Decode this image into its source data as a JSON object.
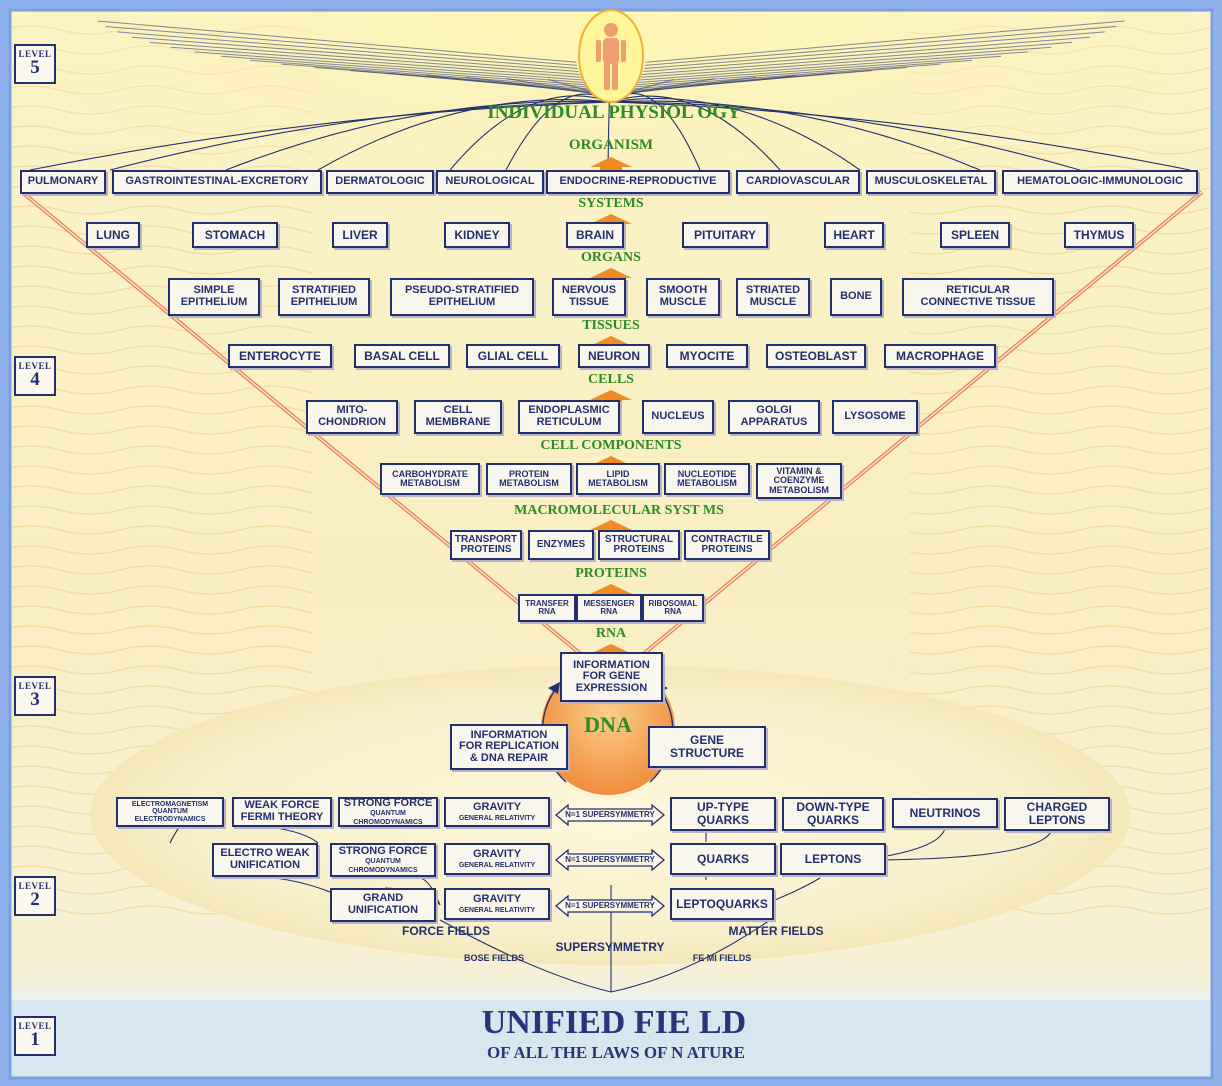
{
  "levels": [
    "5",
    "4",
    "3",
    "2",
    "1"
  ],
  "level_word": "LEVEL",
  "heading": "INDIVIDUAL PHYSIOL OGY",
  "labels": {
    "organism": "ORGANISM",
    "systems": "SYSTEMS",
    "organs": "ORGANS",
    "tissues": "TISSUES",
    "cells": "CELLS",
    "cell_components": "CELL COMPONENTS",
    "macromolecular": "MACROMOLECULAR SYST MS",
    "proteins": "PROTEINS",
    "rna": "RNA",
    "dna": "DNA",
    "force_fields": "FORCE FIELDS",
    "matter_fields": "MATTER FIELDS",
    "supersymmetry": "SUPERSYMMETRY",
    "bose_fields": "BOSE FIELDS",
    "fermi_fields": "FE MI FIELDS"
  },
  "systems": [
    "PULMONARY",
    "GASTROINTESTINAL-EXCRETORY",
    "DERMATOLOGIC",
    "NEUROLOGICAL",
    "ENDOCRINE-REPRODUCTIVE",
    "CARDIOVASCULAR",
    "MUSCULOSKELETAL",
    "HEMATOLOGIC-IMMUNOLOGIC"
  ],
  "organs": [
    "LUNG",
    "STOMACH",
    "LIVER",
    "KIDNEY",
    "BRAIN",
    "PITUITARY",
    "HEART",
    "SPLEEN",
    "THYMUS"
  ],
  "tissues": [
    {
      "l1": "SIMPLE",
      "l2": "EPITHELIUM"
    },
    {
      "l1": "STRATIFIED",
      "l2": "EPITHELIUM"
    },
    {
      "l1": "PSEUDO-STRATIFIED",
      "l2": "EPITHELIUM"
    },
    {
      "l1": "NERVOUS",
      "l2": "TISSUE"
    },
    {
      "l1": "SMOOTH",
      "l2": "MUSCLE"
    },
    {
      "l1": "STRIATED",
      "l2": "MUSCLE"
    },
    {
      "l1": "BONE",
      "l2": ""
    },
    {
      "l1": "RETICULAR",
      "l2": "CONNECTIVE TISSUE"
    }
  ],
  "cells": [
    "ENTEROCYTE",
    "BASAL CELL",
    "GLIAL CELL",
    "NEURON",
    "MYOCITE",
    "OSTEOBLAST",
    "MACROPHAGE"
  ],
  "cell_components": [
    {
      "l1": "MITO-",
      "l2": "CHONDRION"
    },
    {
      "l1": "CELL",
      "l2": "MEMBRANE"
    },
    {
      "l1": "ENDOPLASMIC",
      "l2": "RETICULUM"
    },
    {
      "l1": "NUCLEUS",
      "l2": ""
    },
    {
      "l1": "GOLGI",
      "l2": "APPARATUS"
    },
    {
      "l1": "LYSOSOME",
      "l2": ""
    }
  ],
  "macromolecular": [
    {
      "l1": "CARBOHYDRATE",
      "l2": "METABOLISM"
    },
    {
      "l1": "PROTEIN",
      "l2": "METABOLISM"
    },
    {
      "l1": "LIPID",
      "l2": "METABOLISM"
    },
    {
      "l1": "NUCLEOTIDE",
      "l2": "METABOLISM"
    },
    {
      "l1": "VITAMIN &",
      "l2": "COENZYME",
      "l3": "METABOLISM"
    }
  ],
  "proteins": [
    {
      "l1": "TRANSPORT",
      "l2": "PROTEINS"
    },
    {
      "l1": "ENZYMES",
      "l2": ""
    },
    {
      "l1": "STRUCTURAL",
      "l2": "PROTEINS"
    },
    {
      "l1": "CONTRACTILE",
      "l2": "PROTEINS"
    }
  ],
  "rna": [
    {
      "l1": "TRANSFER",
      "l2": "RNA"
    },
    {
      "l1": "MESSENGER",
      "l2": "RNA"
    },
    {
      "l1": "RIBOSOMAL",
      "l2": "RNA"
    }
  ],
  "dna_boxes": {
    "gene_expression": [
      "INFORMATION",
      "FOR GENE",
      "EXPRESSION"
    ],
    "replication": [
      "INFORMATION",
      "FOR REPLICATION",
      "& DNA REPAIR"
    ],
    "gene_structure": [
      "GENE",
      "STRUCTURE"
    ]
  },
  "physics": {
    "em": [
      "ELECTROMAGNETISM",
      "QUANTUM",
      "ELECTRODYNAMICS"
    ],
    "weak": [
      "WEAK FORCE",
      "FERMI THEORY"
    ],
    "strong_top": {
      "main": "STRONG FORCE",
      "sub": "QUANTUM",
      "sub2": "CHROMODYNAMICS"
    },
    "gravity": {
      "main": "GRAVITY",
      "sub": "GENERAL RELATIVITY"
    },
    "electroweak": [
      "ELECTRO WEAK",
      "UNIFICATION"
    ],
    "strong_mid": {
      "main": "STRONG FORCE",
      "sub": "QUANTUM",
      "sub2": "CHROMODYNAMICS"
    },
    "grand": [
      "GRAND",
      "UNIFICATION"
    ],
    "susy_arrow": "N=1 SUPERSYMMETRY",
    "up_quarks": [
      "UP-TYPE",
      "QUARKS"
    ],
    "down_quarks": [
      "DOWN-TYPE",
      "QUARKS"
    ],
    "neutrinos": "NEUTRINOS",
    "charged_leptons": [
      "CHARGED",
      "LEPTONS"
    ],
    "quarks": "QUARKS",
    "leptons": "LEPTONS",
    "leptoquarks": "LEPTOQUARKS"
  },
  "footer": {
    "title": "UNIFIED FIE LD",
    "subtitle": "OF ALL THE LAWS OF N ATURE"
  },
  "colors": {
    "navy": "#24306e",
    "green": "#2e8b27",
    "orange": "#f08a22",
    "frame": "#8fb1ec",
    "sky": "#cfe1f0"
  }
}
